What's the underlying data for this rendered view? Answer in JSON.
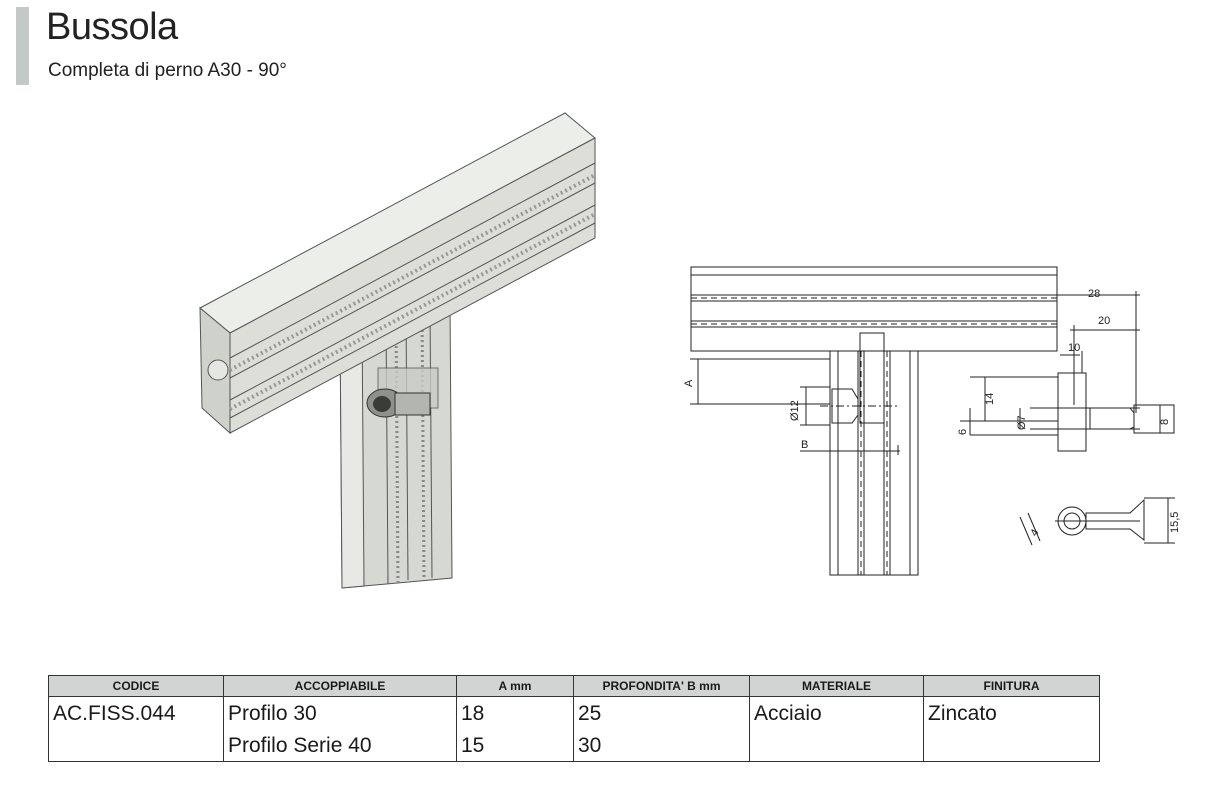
{
  "header": {
    "title": "Bussola",
    "subtitle": "Completa di perno A30 - 90°"
  },
  "drawing": {
    "dimensions": {
      "d28": "28",
      "d20": "20",
      "d10": "10",
      "d14": "14",
      "d6": "6",
      "d7": "Ø7",
      "d8": "8",
      "d12": "Ø12",
      "dA": "A",
      "dB": "B",
      "d155": "15,5",
      "d4": "4"
    }
  },
  "table": {
    "headers": [
      "CODICE",
      "ACCOPPIABILE",
      "A mm",
      "PROFONDITA' B mm",
      "MATERIALE",
      "FINITURA"
    ],
    "rows": [
      [
        "AC.FISS.044",
        "Profilo 30",
        "18",
        "25",
        "Acciaio",
        "Zincato"
      ],
      [
        "",
        "Profilo Serie 40",
        "15",
        "30",
        "",
        ""
      ]
    ]
  },
  "colors": {
    "accent_bar": "#c3c9c6",
    "table_header_bg": "#d2d4d3"
  }
}
